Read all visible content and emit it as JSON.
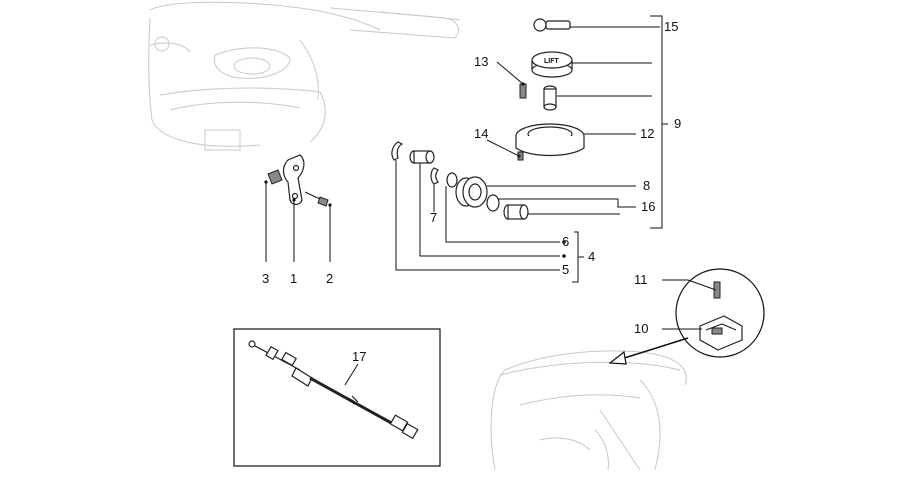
{
  "callouts": {
    "c1": "1",
    "c2": "2",
    "c3": "3",
    "c4": "4",
    "c5": "5",
    "c6": "6",
    "c7": "7",
    "c8": "8",
    "c9": "9",
    "c10": "10",
    "c11": "11",
    "c12": "12",
    "c13": "13",
    "c14": "14",
    "c15": "15",
    "c16": "16",
    "c17": "17"
  },
  "cap_label": "LIFT",
  "colors": {
    "line": "#111111",
    "ghost": "#c8c8c8"
  }
}
